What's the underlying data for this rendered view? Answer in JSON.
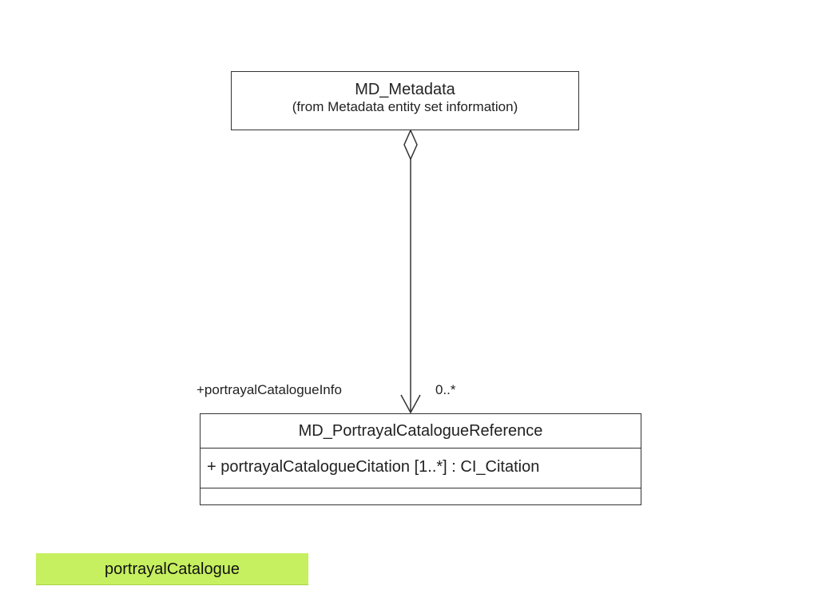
{
  "classes": {
    "metadata": {
      "name": "MD_Metadata",
      "stereotype": "(from Metadata entity set information)"
    },
    "portrayal_reference": {
      "name": "MD_PortrayalCatalogueReference",
      "attributes": [
        "+ portrayalCatalogueCitation [1..*] : CI_Citation"
      ]
    }
  },
  "association": {
    "role": "+portrayalCatalogueInfo",
    "multiplicity": "0..*",
    "kind": "aggregation"
  },
  "caption": {
    "text": "portrayalCatalogue",
    "color": "#c6f05f"
  }
}
